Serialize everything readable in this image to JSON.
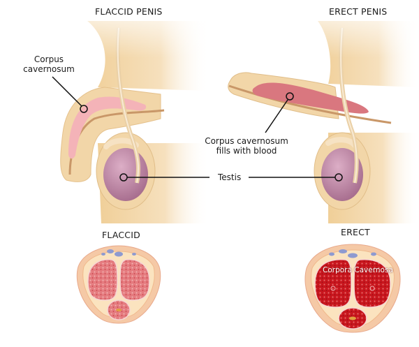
{
  "titles": {
    "flaccid_penis": "FLACCID PENIS",
    "erect_penis": "ERECT PENIS",
    "flaccid": "FLACCID",
    "erect": "ERECT"
  },
  "labels": {
    "corpus_cavernosum_line1": "Corpus",
    "corpus_cavernosum_line2": "cavernosum",
    "fills_line1": "Corpus cavernosum",
    "fills_line2": "fills with blood",
    "testis": "Testis",
    "corpora_cavernosa": "Corpora Cavernosa"
  },
  "colors": {
    "skin": "#f2d6a8",
    "skin_shadow": "#d9b07a",
    "corpus_flaccid": "#f4b3b8",
    "corpus_erect": "#d9777f",
    "testis": "#c58aa8",
    "tissue_flaccid": "#e0686e",
    "tissue_erect": "#c8161e"
  }
}
